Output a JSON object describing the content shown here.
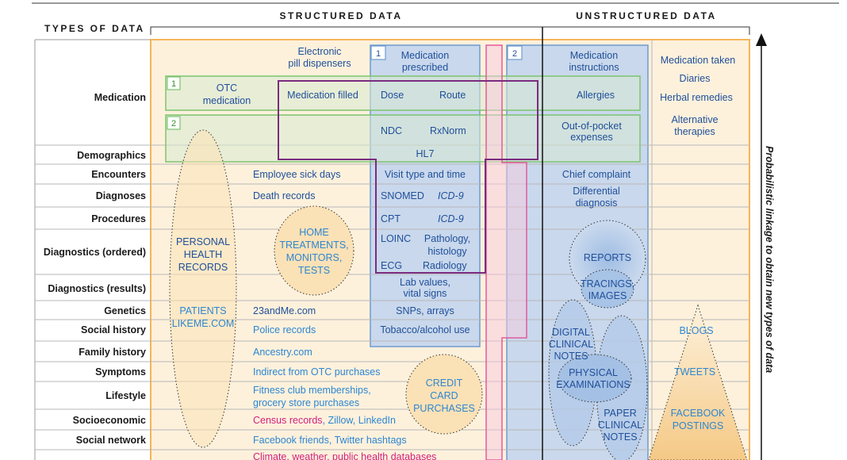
{
  "headers": {
    "structured": "STRUCTURED DATA",
    "unstructured": "UNSTRUCTURED DATA",
    "types": "TYPES OF DATA"
  },
  "side_label": "Probabilistic linkage to obtain new types of data",
  "rows": [
    "Medication",
    "Demographics",
    "Encounters",
    "Diagnoses",
    "Procedures",
    "Diagnostics (ordered)",
    "Diagnostics (results)",
    "Genetics",
    "Social history",
    "Family history",
    "Symptoms",
    "Lifestyle",
    "Socioeconomic",
    "Social network"
  ],
  "box_numbers": {
    "green1": "1",
    "green2": "2",
    "blue1": "1",
    "blue2": "2"
  },
  "structured_left": {
    "pill_dispensers_1": "Electronic",
    "pill_dispensers_2": "pill dispensers",
    "otc_1": "OTC",
    "otc_2": "medication",
    "med_filled": "Medication filled",
    "employee_sick": "Employee sick days",
    "death_records": "Death records",
    "twentythree": "23andMe.com",
    "police": "Police records",
    "ancestry": "Ancestry.com",
    "indirect_otc": "Indirect from OTC purchases",
    "fitness_1": "Fitness club memberships,",
    "fitness_2": "grocery store purchases",
    "census": "Census records",
    "census_sep1": ", ",
    "zillow": "Zillow",
    "census_sep2": ", ",
    "linkedin": "LinkedIn",
    "facebook_friends": "Facebook friends, Twitter hashtags",
    "climate": "Climate, weather, public health databases"
  },
  "ovals": {
    "phr_1": "PERSONAL",
    "phr_2": "HEALTH",
    "phr_3": "RECORDS",
    "plm_1": "PATIENTS",
    "plm_2": "LIKEME.COM",
    "home_1": "HOME",
    "home_2": "TREATMENTS,",
    "home_3": "MONITORS,",
    "home_4": "TESTS",
    "credit_1": "CREDIT",
    "credit_2": "CARD",
    "credit_3": "PURCHASES"
  },
  "ehr": {
    "med_prescribed_1": "Medication",
    "med_prescribed_2": "prescribed",
    "dose": "Dose",
    "route": "Route",
    "ndc": "NDC",
    "rxnorm": "RxNorm",
    "hl7": "HL7",
    "visit": "Visit type and time",
    "snomed": "SNOMED",
    "icd9a": "ICD-9",
    "cpt": "CPT",
    "icd9b": "ICD-9",
    "loinc": "LOINC",
    "pathology_1": "Pathology,",
    "pathology_2": "histology",
    "ecg": "ECG",
    "radiology": "Radiology",
    "lab_1": "Lab values,",
    "lab_2": "vital signs",
    "snps": "SNPs, arrays",
    "tobacco": "Tobacco/alcohol use"
  },
  "unstructured": {
    "med_instr_1": "Medication",
    "med_instr_2": "instructions",
    "allergies": "Allergies",
    "oop_1": "Out-of-pocket",
    "oop_2": "expenses",
    "chief": "Chief complaint",
    "diff_1": "Differential",
    "diff_2": "diagnosis",
    "reports": "REPORTS",
    "tracings_1": "TRACINGS,",
    "tracings_2": "IMAGES",
    "digital_1": "DIGITAL",
    "digital_2": "CLINICAL",
    "digital_3": "NOTES",
    "physical_1": "PHYSICAL",
    "physical_2": "EXAMINATIONS",
    "paper_1": "PAPER",
    "paper_2": "CLINICAL",
    "paper_3": "NOTES"
  },
  "right_column": {
    "med_taken": "Medication taken",
    "diaries": "Diaries",
    "herbal": "Herbal remedies",
    "alt_1": "Alternative",
    "alt_2": "therapies",
    "blogs": "BLOGS",
    "tweets": "TWEETS",
    "fb_1": "FACEBOOK",
    "fb_2": "POSTINGS"
  },
  "colors": {
    "beige": "#fdf1dc",
    "orange": "#f5c37a",
    "blue_fill": "#c9d8ec",
    "blue_stroke": "#6e9bd0",
    "green": "#7cc46f",
    "purple": "#7a2c7f",
    "pink": "#e45a9c",
    "text_blue": "#1f4f9a",
    "text_cyan": "#2e86d1",
    "text_magenta": "#d41f7c"
  }
}
